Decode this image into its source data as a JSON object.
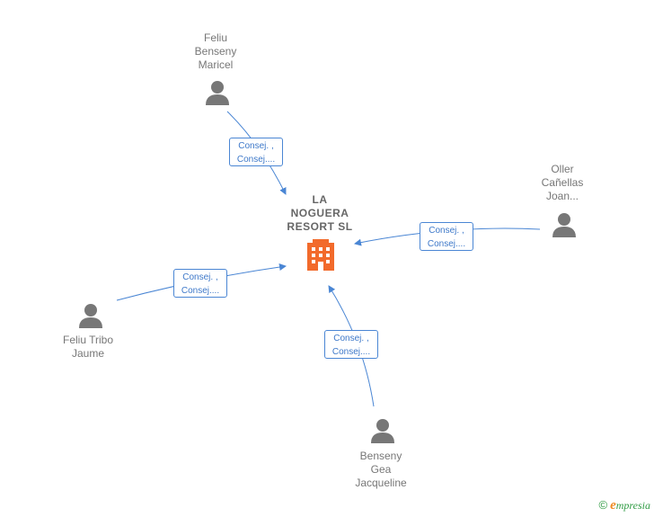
{
  "company": {
    "name": "LA\nNOGUERA\nRESORT  SL",
    "icon": "building-icon",
    "color": "#f26a2b"
  },
  "people": [
    {
      "id": "top",
      "name": "Feliu\nBenseny\nMaricel",
      "icon": "person-icon"
    },
    {
      "id": "right",
      "name": "Oller\nCañellas\nJoan...",
      "icon": "person-icon"
    },
    {
      "id": "left",
      "name": "Feliu Tribo\nJaume",
      "icon": "person-icon"
    },
    {
      "id": "bottom",
      "name": "Benseny\nGea\nJacqueline",
      "icon": "person-icon"
    }
  ],
  "relations": [
    {
      "from": "top",
      "line1": "Consej. ,",
      "line2": "Consej...."
    },
    {
      "from": "right",
      "line1": "Consej. ,",
      "line2": "Consej...."
    },
    {
      "from": "left",
      "line1": "Consej. ,",
      "line2": "Consej...."
    },
    {
      "from": "bottom",
      "line1": "Consej. ,",
      "line2": "Consej...."
    }
  ],
  "colors": {
    "line": "#4a86d4",
    "person": "#777777",
    "text": "#777777"
  },
  "footer": {
    "copyright": "©",
    "brand_first": "e",
    "brand_rest": "mpresia"
  }
}
